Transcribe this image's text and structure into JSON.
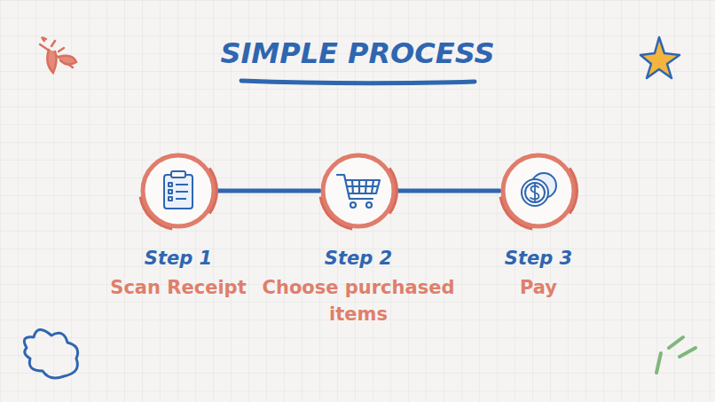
{
  "diagram": {
    "title": "SIMPLE PROCESS",
    "nodes": [
      {
        "text": [
          "Step 1",
          "Scan Receipt"
        ]
      },
      {
        "text": [
          "Step 2",
          "Choose purchased items"
        ]
      },
      {
        "text": [
          "Step 3",
          "Pay"
        ]
      }
    ],
    "edges": [
      {
        "from": 0,
        "to": 1,
        "arrow": "none"
      },
      {
        "from": 1,
        "to": 2,
        "arrow": "none"
      }
    ]
  }
}
